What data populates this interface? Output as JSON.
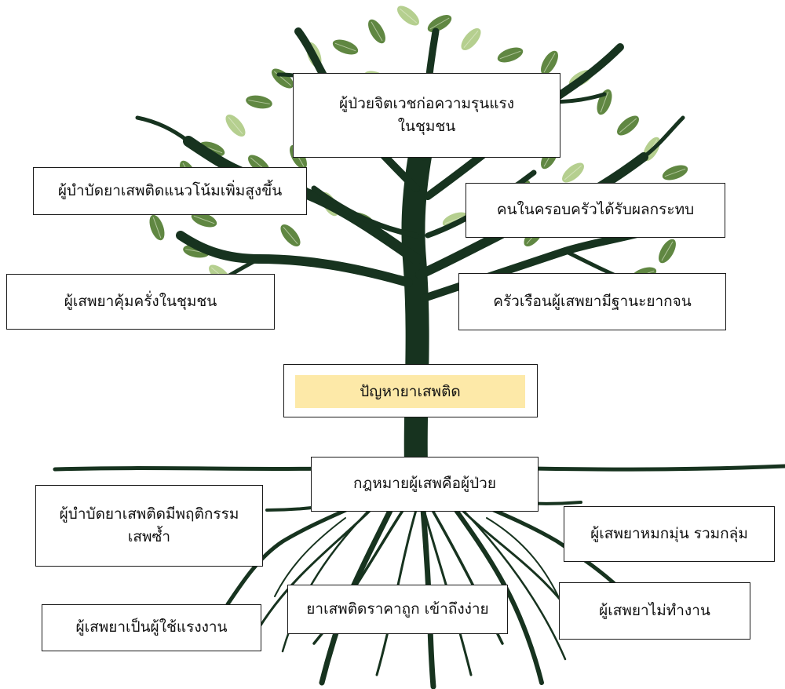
{
  "core_problem": "ปัญหายาเสพติด",
  "effects": {
    "violence": "ผู้ป่วยจิตเวชก่อความรุนแรง\nในชุมชน",
    "treated_rising": "ผู้บำบัดยาเสพติดแนวโน้มเพิ่มสูงขึ้น",
    "family_impact": "คนในครอบครัวได้รับผลกระทบ",
    "rampage": "ผู้เสพยาคุ้มครั่งในชุมชน",
    "poverty": "ครัวเรือนผู้เสพยามีฐานะยากจน"
  },
  "causes": {
    "law": "กฎหมายผู้เสพคือผู้ป่วย",
    "relapse": "ผู้บำบัดยาเสพติดมีพฤติกรรม\nเสพซ้ำ",
    "gathering": "ผู้เสพยาหมกมุ่น รวมกลุ่ม",
    "cheap_drugs": "ยาเสพติดราคาถูก เข้าถึงง่าย",
    "unemployed": "ผู้เสพยาไม่ทำงาน",
    "laborers": "ผู้เสพยาเป็นผู้ใช้แรงงาน"
  },
  "colors": {
    "trunk": "#17331f",
    "leaf_dark": "#4f7a2e",
    "leaf_light": "#9cbf6a",
    "core_fill": "#fde9a8"
  }
}
